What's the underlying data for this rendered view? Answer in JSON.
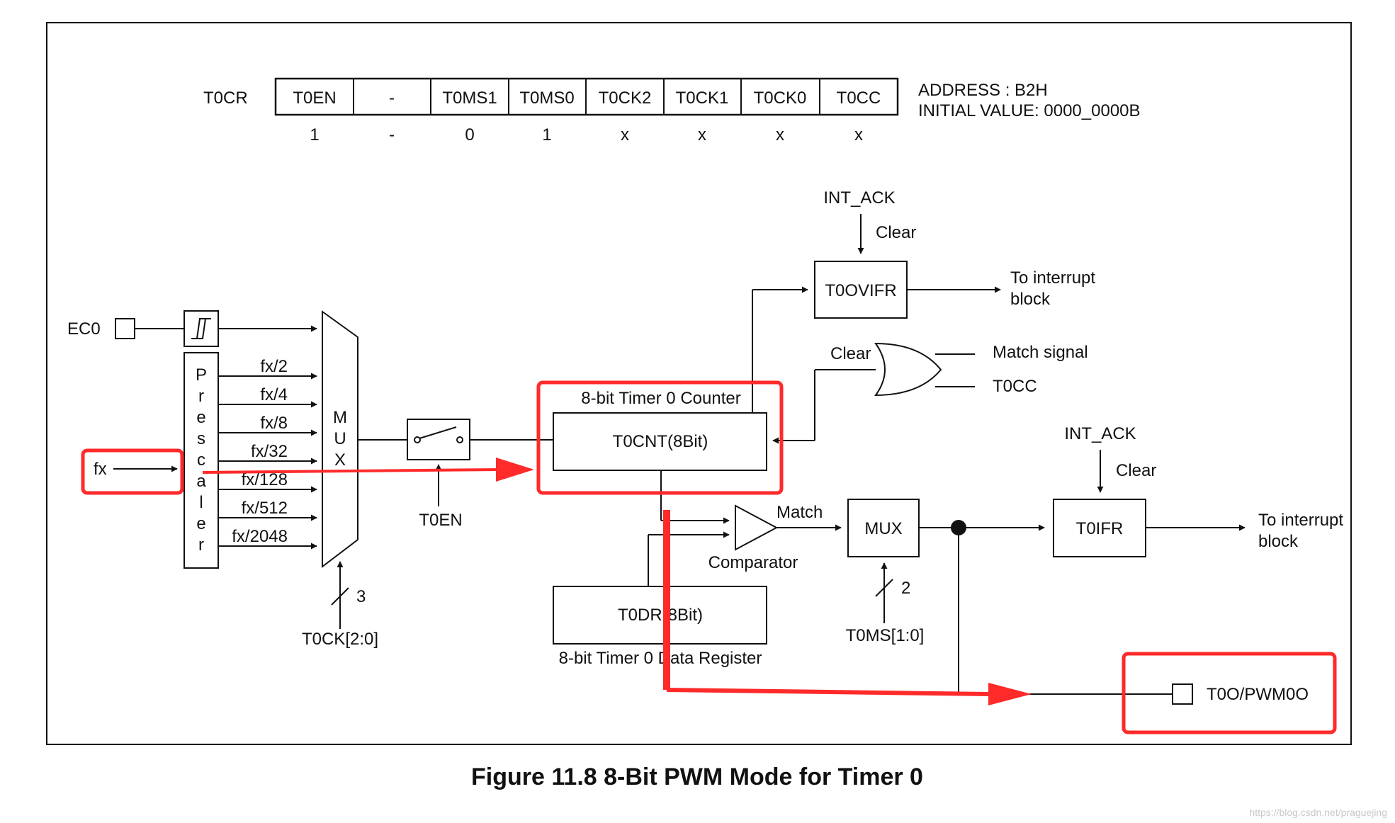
{
  "register": {
    "name": "T0CR",
    "bits": [
      "T0EN",
      "-",
      "T0MS1",
      "T0MS0",
      "T0CK2",
      "T0CK1",
      "T0CK0",
      "T0CC"
    ],
    "values": [
      "1",
      "-",
      "0",
      "1",
      "x",
      "x",
      "x",
      "x"
    ],
    "address": "ADDRESS : B2H",
    "initial_value": "INITIAL VALUE: 0000_0000B"
  },
  "inputs": {
    "ec0": "EC0",
    "fx": "fx",
    "prescaler_letters": [
      "P",
      "r",
      "e",
      "s",
      "c",
      "a",
      "l",
      "e",
      "r"
    ],
    "prescaler_outputs": [
      "fx/2",
      "fx/4",
      "fx/8",
      "fx/32",
      "fx/128",
      "fx/512",
      "fx/2048"
    ],
    "mux_letters": [
      "M",
      "U",
      "X"
    ],
    "tck_width": "3",
    "tck_label": "T0CK[2:0]",
    "t0en_label": "T0EN"
  },
  "counter": {
    "title": "8-bit Timer 0 Counter",
    "register": "T0CNT(8Bit)"
  },
  "overflow": {
    "int_ack": "INT_ACK",
    "clear": "Clear",
    "flag": "T0OVIFR",
    "dest_line1": "To interrupt",
    "dest_line2": "block"
  },
  "or_gate": {
    "clear": "Clear",
    "in_match": "Match signal",
    "in_tcc": "T0CC"
  },
  "compare": {
    "match": "Match",
    "comparator": "Comparator",
    "data_register": "T0DR(8Bit)",
    "data_register_caption": "8-bit Timer 0 Data Register"
  },
  "output_mux": {
    "label": "MUX",
    "sel_width": "2",
    "sel_label": "T0MS[1:0]"
  },
  "interrupt": {
    "int_ack": "INT_ACK",
    "clear": "Clear",
    "flag": "T0IFR",
    "dest_line1": "To interrupt",
    "dest_line2": "block"
  },
  "output_pin": "T0O/PWM0O",
  "caption": "Figure 11.8 8-Bit PWM Mode for Timer 0",
  "watermark": "https://blog.csdn.net/praguejing",
  "colors": {
    "line": "#111111",
    "highlight": "#ff2a2a"
  }
}
